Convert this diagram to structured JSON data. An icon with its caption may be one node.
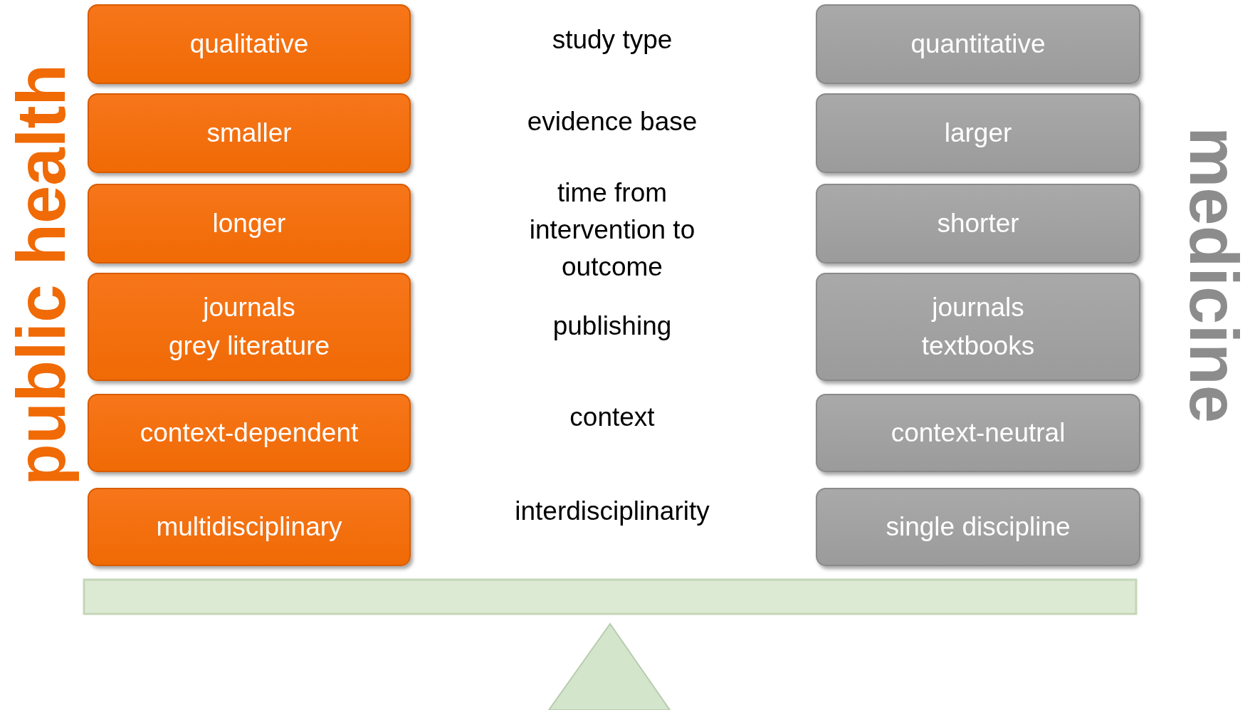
{
  "diagram": {
    "nodes": [
      {
        "text": [
          "qualitative"
        ]
      },
      {
        "text": [
          "smaller"
        ]
      },
      {
        "text": [
          "longer"
        ]
      },
      {
        "text": [
          "journals",
          "grey literature"
        ]
      },
      {
        "text": [
          "context-dependent"
        ]
      },
      {
        "text": [
          "multidisciplinary"
        ]
      },
      {
        "text": [
          "quantitative"
        ]
      },
      {
        "text": [
          "larger"
        ]
      },
      {
        "text": [
          "shorter"
        ]
      },
      {
        "text": [
          "journals",
          "textbooks"
        ]
      },
      {
        "text": [
          "context-neutral"
        ]
      },
      {
        "text": [
          "single discipline"
        ]
      }
    ],
    "labels": [
      "public health",
      "study type",
      "evidence base",
      "time from intervention to outcome",
      "publishing",
      "context",
      "interdisciplinarity",
      "medicine"
    ]
  }
}
